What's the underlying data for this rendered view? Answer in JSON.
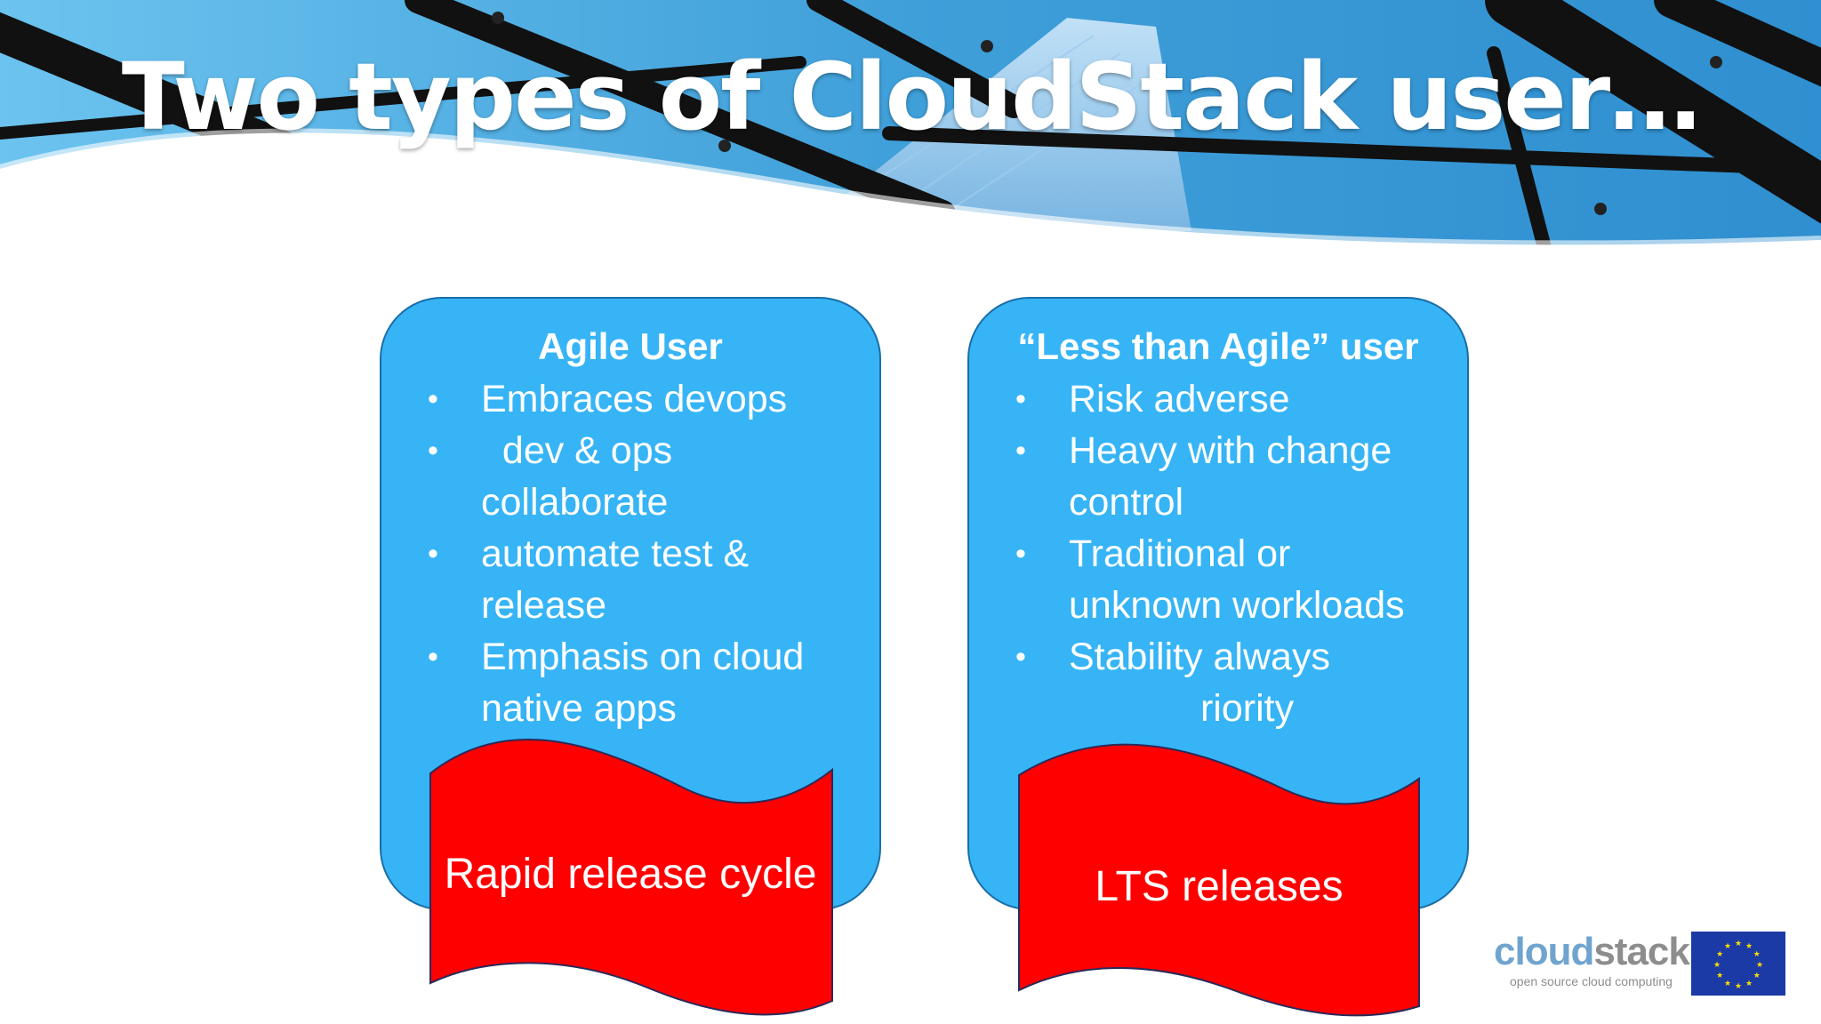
{
  "slide": {
    "title": "Two types of CloudStack user…",
    "colors": {
      "panel": "#36b4f6",
      "banner": "#ff0000",
      "header_sky": "#4aa9e0"
    }
  },
  "panels": [
    {
      "heading": "Agile User",
      "bullets": [
        "Embraces devops",
        "  dev & ops collaborate",
        "automate test & release",
        "Emphasis on cloud native apps"
      ],
      "banner": "Rapid release cycle"
    },
    {
      "heading": "“Less than Agile” user",
      "bullets": [
        "Risk adverse",
        "Heavy with change control",
        "Traditional or unknown workloads",
        "Stability always"
      ],
      "partial_text": "riority",
      "banner": "LTS releases"
    }
  ],
  "logo": {
    "word_part1": "cloud",
    "word_part2": "stack",
    "tagline": "open source cloud computing",
    "flag_icon": "eu-flag-icon"
  }
}
